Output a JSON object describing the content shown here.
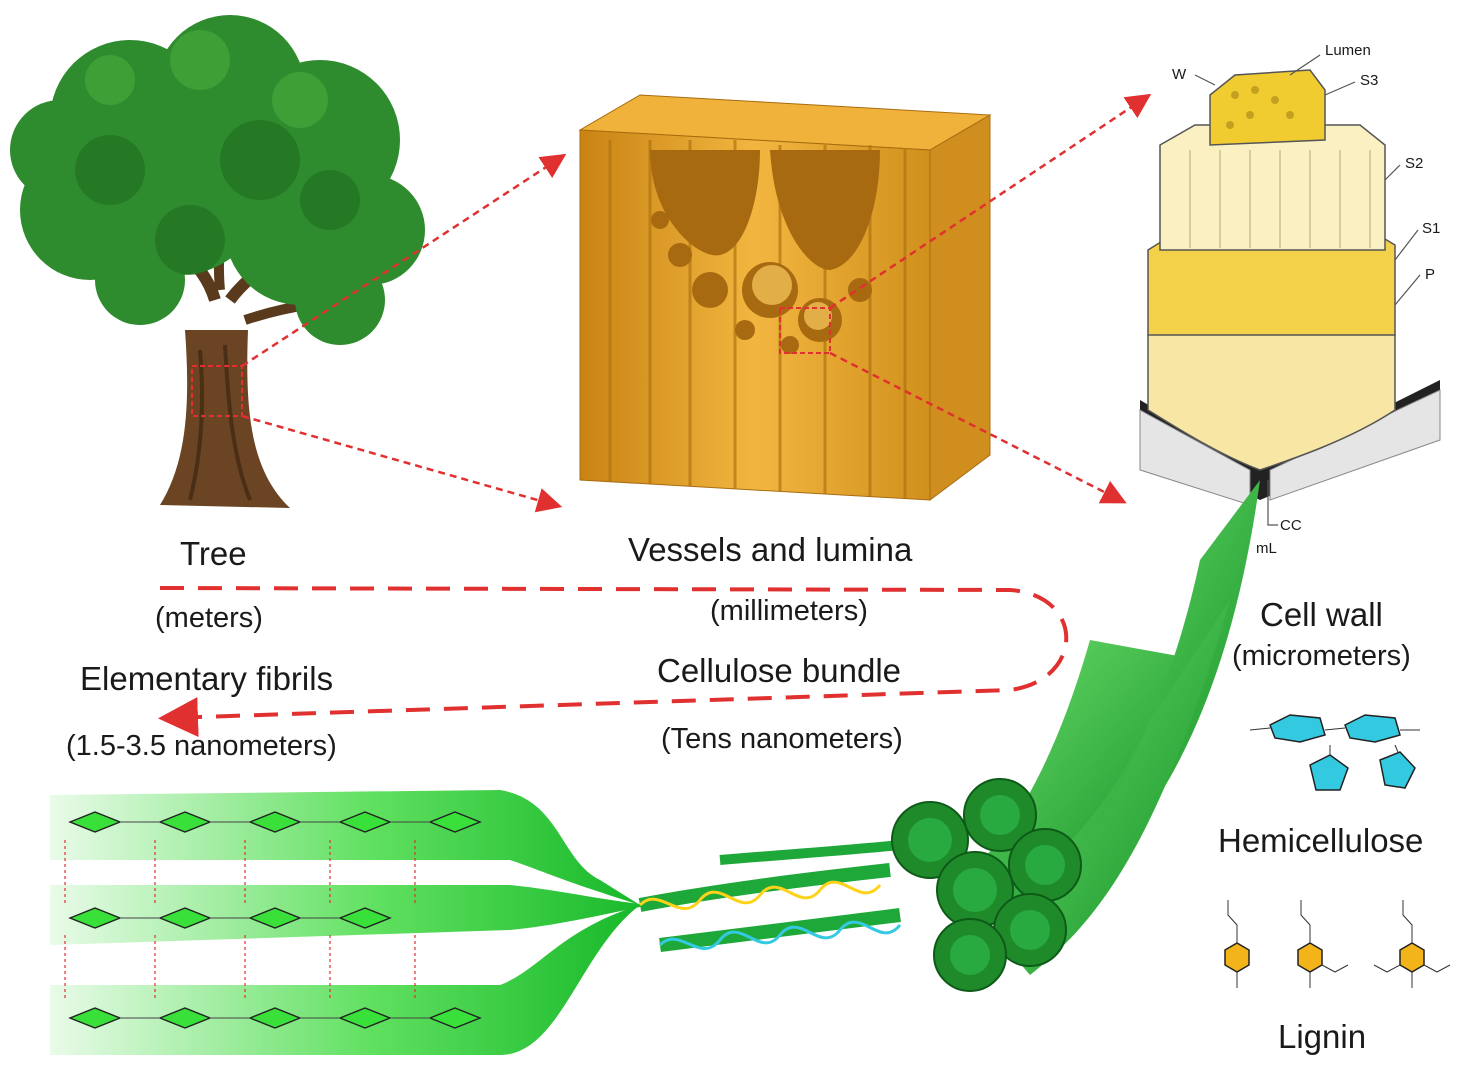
{
  "scales": {
    "tree": {
      "name": "Tree",
      "scale": "(meters)"
    },
    "vessels": {
      "name": "Vessels and lumina",
      "scale": "(millimeters)"
    },
    "cell_wall": {
      "name": "Cell wall",
      "scale": "(micrometers)"
    },
    "bundle": {
      "name": "Cellulose bundle",
      "scale": "(Tens nanometers)"
    },
    "fibrils": {
      "name": "Elementary fibrils",
      "scale": "(1.5-3.5 nanometers)"
    }
  },
  "components": {
    "hemicellulose": "Hemicellulose",
    "lignin": "Lignin"
  },
  "cell_wall_layers": {
    "w": "W",
    "lumen": "Lumen",
    "s3": "S3",
    "s2": "S2",
    "s1": "S1",
    "p": "P",
    "cc": "CC",
    "ml": "mL"
  },
  "colors": {
    "tree_canopy": "#2e8b2e",
    "trunk": "#6b4423",
    "wood": "#e0a02a",
    "cell_wall_yellow": "#f3d24a",
    "fibril_green": "#2fc24a",
    "arrow_red": "#e03030"
  }
}
